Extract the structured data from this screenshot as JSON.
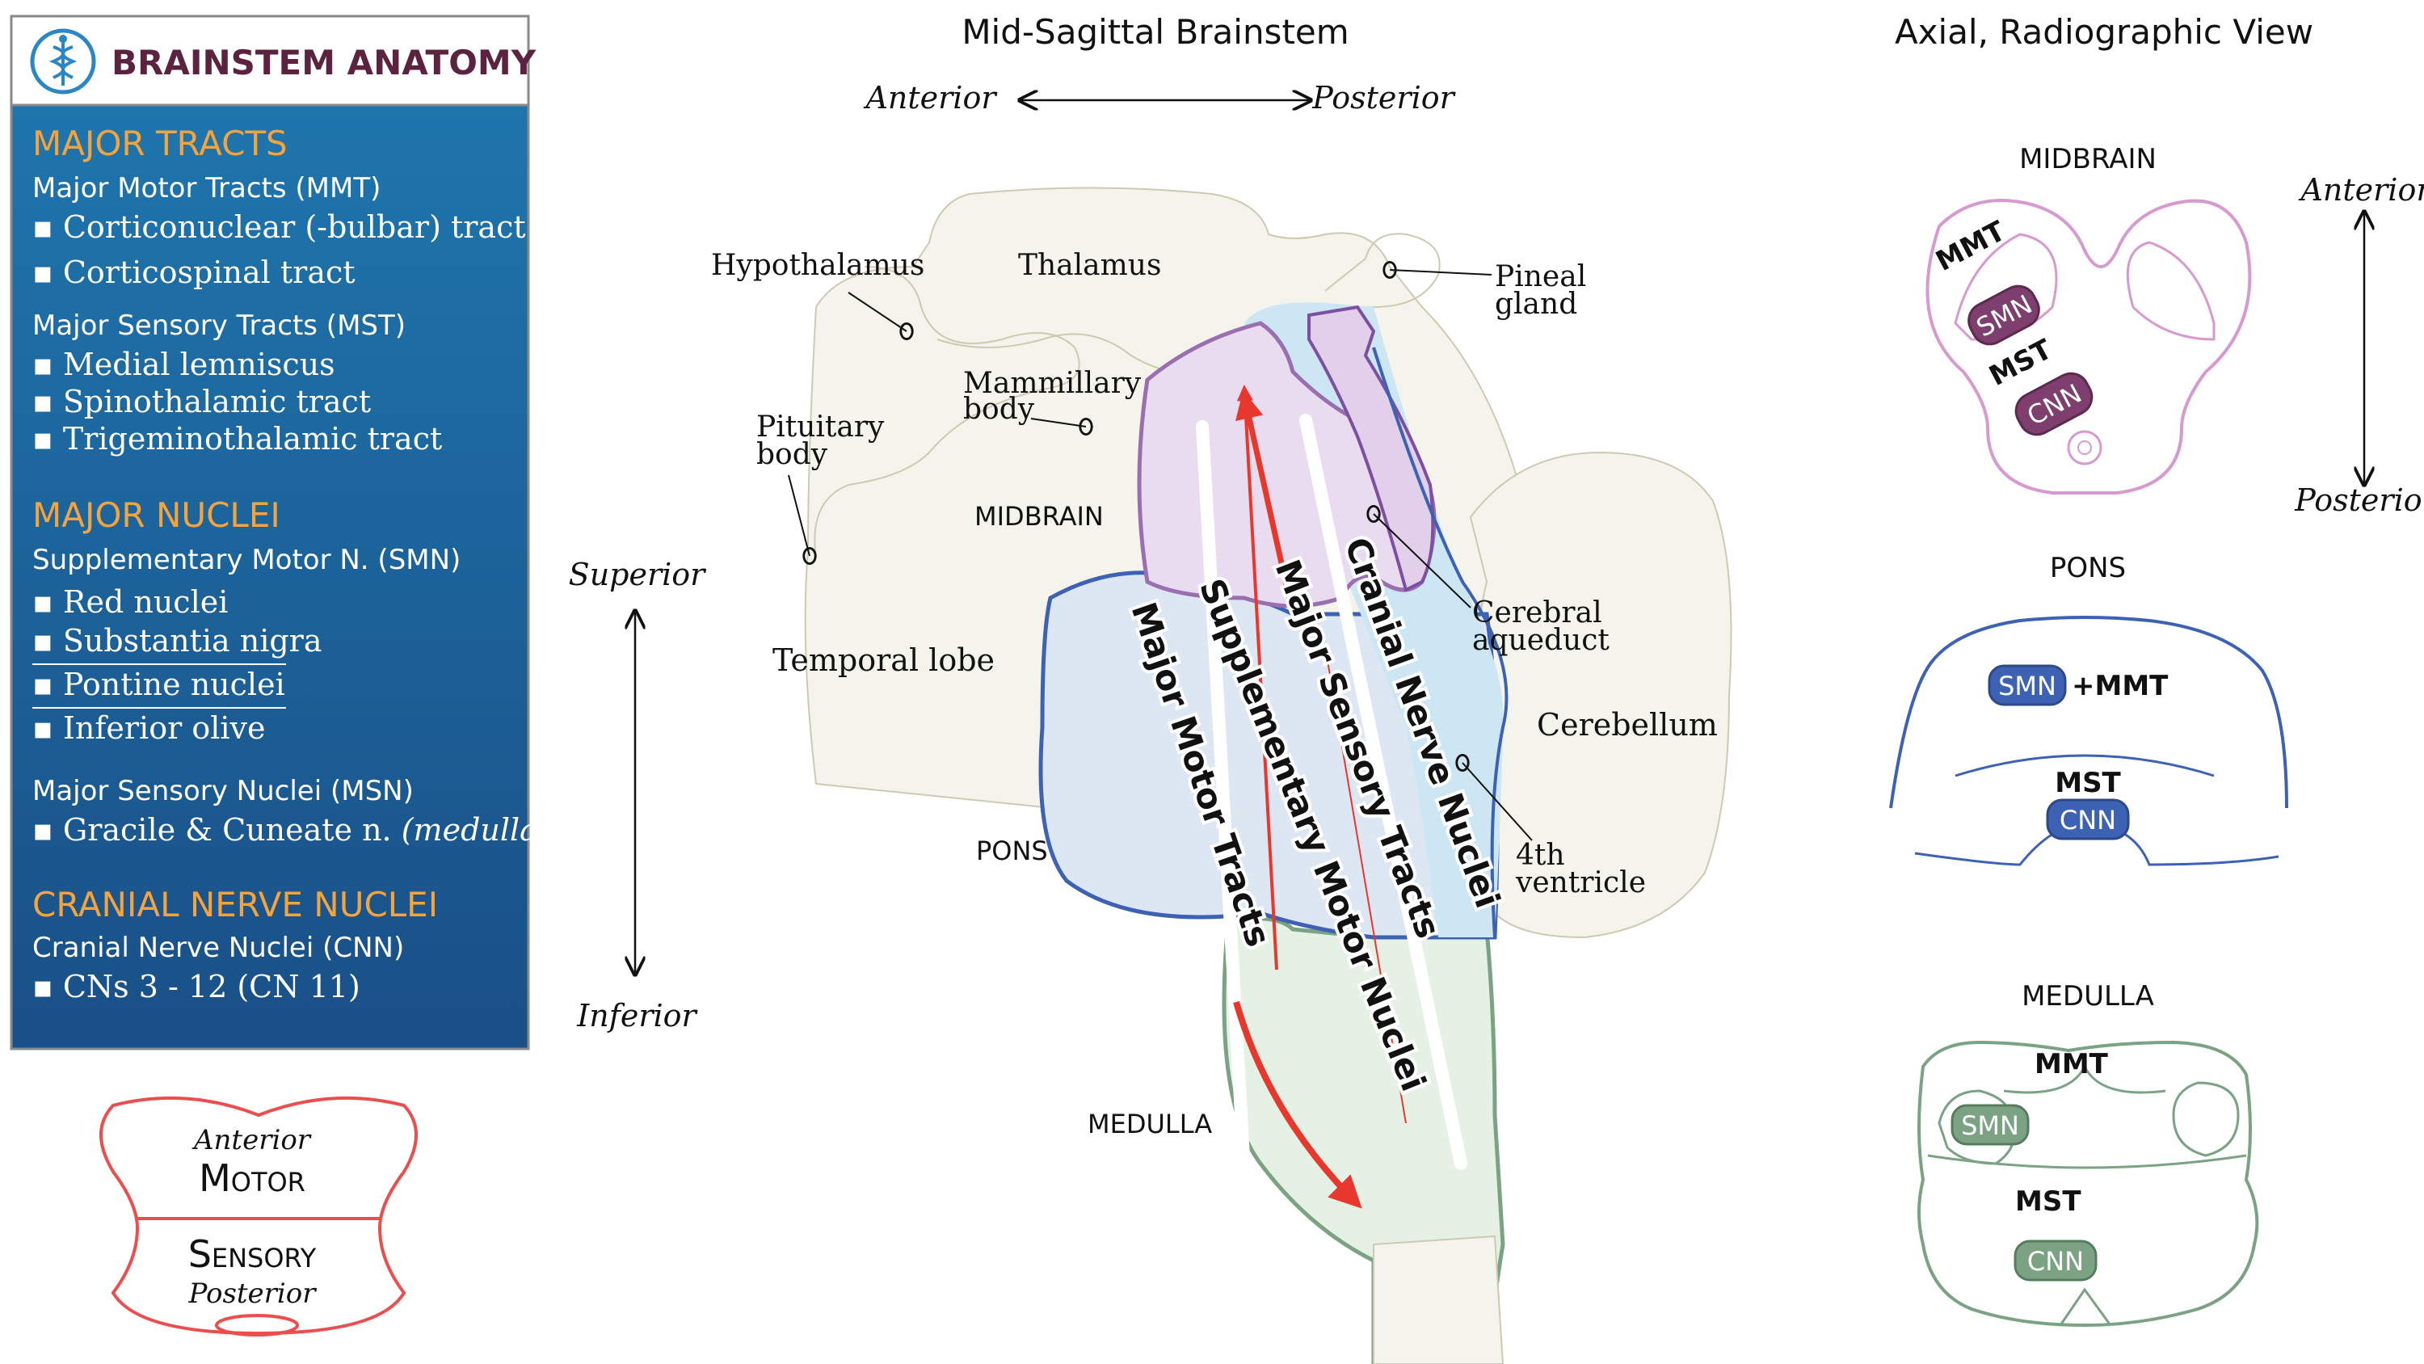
{
  "sidebar": {
    "title": "BRAINSTEM ANATOMY",
    "sections": [
      {
        "heading": "MAJOR TRACTS",
        "groups": [
          {
            "subheading": "Major Motor Tracts (MMT)",
            "items": [
              "Corticonuclear (-bulbar) tract",
              "Corticospinal tract"
            ]
          },
          {
            "subheading": "Major Sensory Tracts (MST)",
            "items": [
              "Medial lemniscus",
              "Spinothalamic tract",
              "Trigeminothalamic tract"
            ]
          }
        ]
      },
      {
        "heading": "MAJOR NUCLEI",
        "groups": [
          {
            "subheading": "Supplementary Motor N. (SMN)",
            "items": [
              "Red nuclei",
              "Substantia nigra",
              "Pontine nuclei",
              "Inferior olive"
            ]
          },
          {
            "subheading": "Major Sensory Nuclei (MSN)",
            "items": [
              "Gracile & Cuneate n.",
              "(medulla)"
            ]
          }
        ]
      },
      {
        "heading": "CRANIAL NERVE NUCLEI",
        "groups": [
          {
            "subheading": "Cranial Nerve Nuclei (CNN)",
            "items": [
              "CNs 3 - 12 (CN 11)"
            ]
          }
        ]
      }
    ]
  },
  "key": {
    "anterior": "Anterior",
    "motor": "Motor",
    "sensory": "Sensory",
    "posterior": "Posterior"
  },
  "sagittal": {
    "title": "Mid-Sagittal Brainstem",
    "anterior": "Anterior",
    "posterior": "Posterior",
    "superior": "Superior",
    "inferior": "Inferior",
    "labels": {
      "hypothalamus": "Hypothalamus",
      "thalamus": "Thalamus",
      "pineal_1": "Pineal",
      "pineal_2": "gland",
      "mammillary_1": "Mammillary",
      "mammillary_2": "body",
      "pituitary_1": "Pituitary",
      "pituitary_2": "body",
      "midbrain": "MIDBRAIN",
      "cerebral_aq_1": "Cerebral",
      "cerebral_aq_2": "aqueduct",
      "temporal_lobe": "Temporal lobe",
      "cerebellum": "Cerebellum",
      "pons": "PONS",
      "fourth_1": "4th",
      "fourth_2": "ventricle",
      "medulla": "MEDULLA"
    },
    "bands": [
      "Major Motor Tracts",
      "Supplementary Motor Nuclei",
      "Major Sensory Tracts",
      "Cranial Nerve Nuclei"
    ]
  },
  "axial": {
    "title": "Axial, Radiographic View",
    "anterior": "Anterior",
    "posterior": "Posterior",
    "midbrain": {
      "label": "MIDBRAIN",
      "mmt": "MMT",
      "smn": "SMN",
      "mst": "MST",
      "cnn": "CNN"
    },
    "pons": {
      "label": "PONS",
      "smn": "SMN",
      "plus_mmt": "+MMT",
      "mst": "MST",
      "cnn": "CNN"
    },
    "medulla": {
      "label": "MEDULLA",
      "mmt": "MMT",
      "smn": "SMN",
      "mst": "MST",
      "cnn": "CNN"
    }
  },
  "colors": {
    "panel_blue": "#1d6aa0",
    "panel_heading": "#f5a33c",
    "title_maroon": "#5c2340",
    "key_red": "#ec4d4d",
    "midbrain_purple": "#c7a3cc",
    "pons_blue": "#3d62b3",
    "medulla_green": "#7aa283",
    "arrow_red": "#e8372c"
  }
}
